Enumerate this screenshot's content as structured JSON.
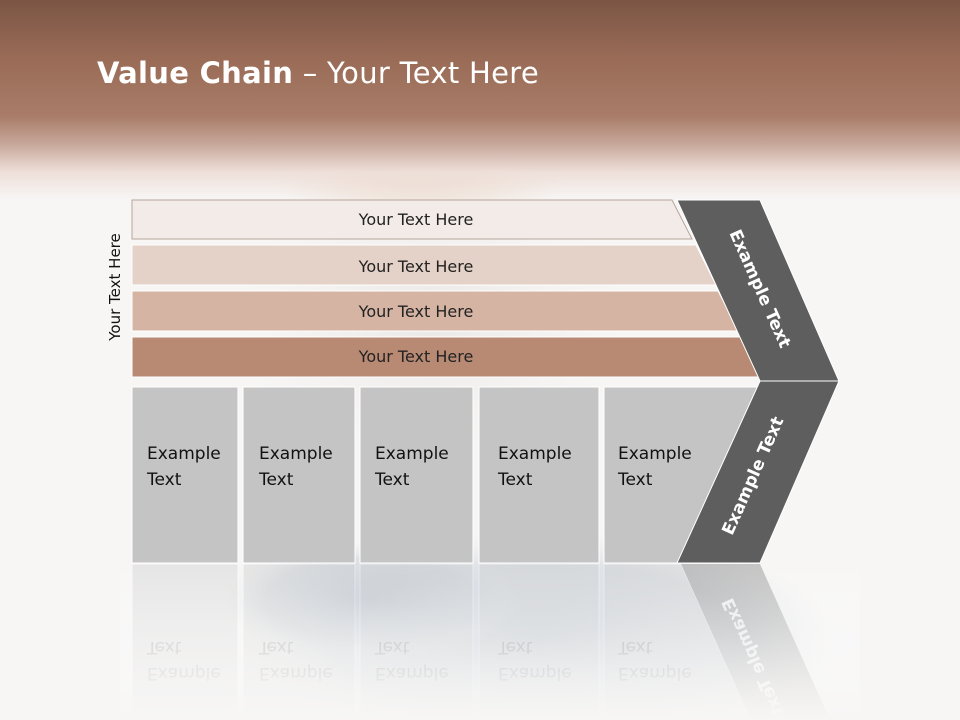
{
  "title": {
    "bold": "Value Chain",
    "rest": " – Your Text Here"
  },
  "side_label": "Your Text Here",
  "support_activities": [
    {
      "label": "Your Text Here",
      "fill": "#f3ebe7"
    },
    {
      "label": "Your Text Here",
      "fill": "#e4d1c7"
    },
    {
      "label": "Your Text Here",
      "fill": "#d5b4a4"
    },
    {
      "label": "Your Text Here",
      "fill": "#b88a74"
    }
  ],
  "primary_activities": [
    {
      "line1": "Example",
      "line2": "Text"
    },
    {
      "line1": "Example",
      "line2": "Text"
    },
    {
      "line1": "Example",
      "line2": "Text"
    },
    {
      "line1": "Example",
      "line2": "Text"
    },
    {
      "line1": "Example",
      "line2": "Text"
    }
  ],
  "margin_upper": "Example Text",
  "margin_lower": "Example Text",
  "colors": {
    "header": "#a17461",
    "box_fill": "#c4c4c4",
    "arrow_fill": "#5e5e5e"
  }
}
